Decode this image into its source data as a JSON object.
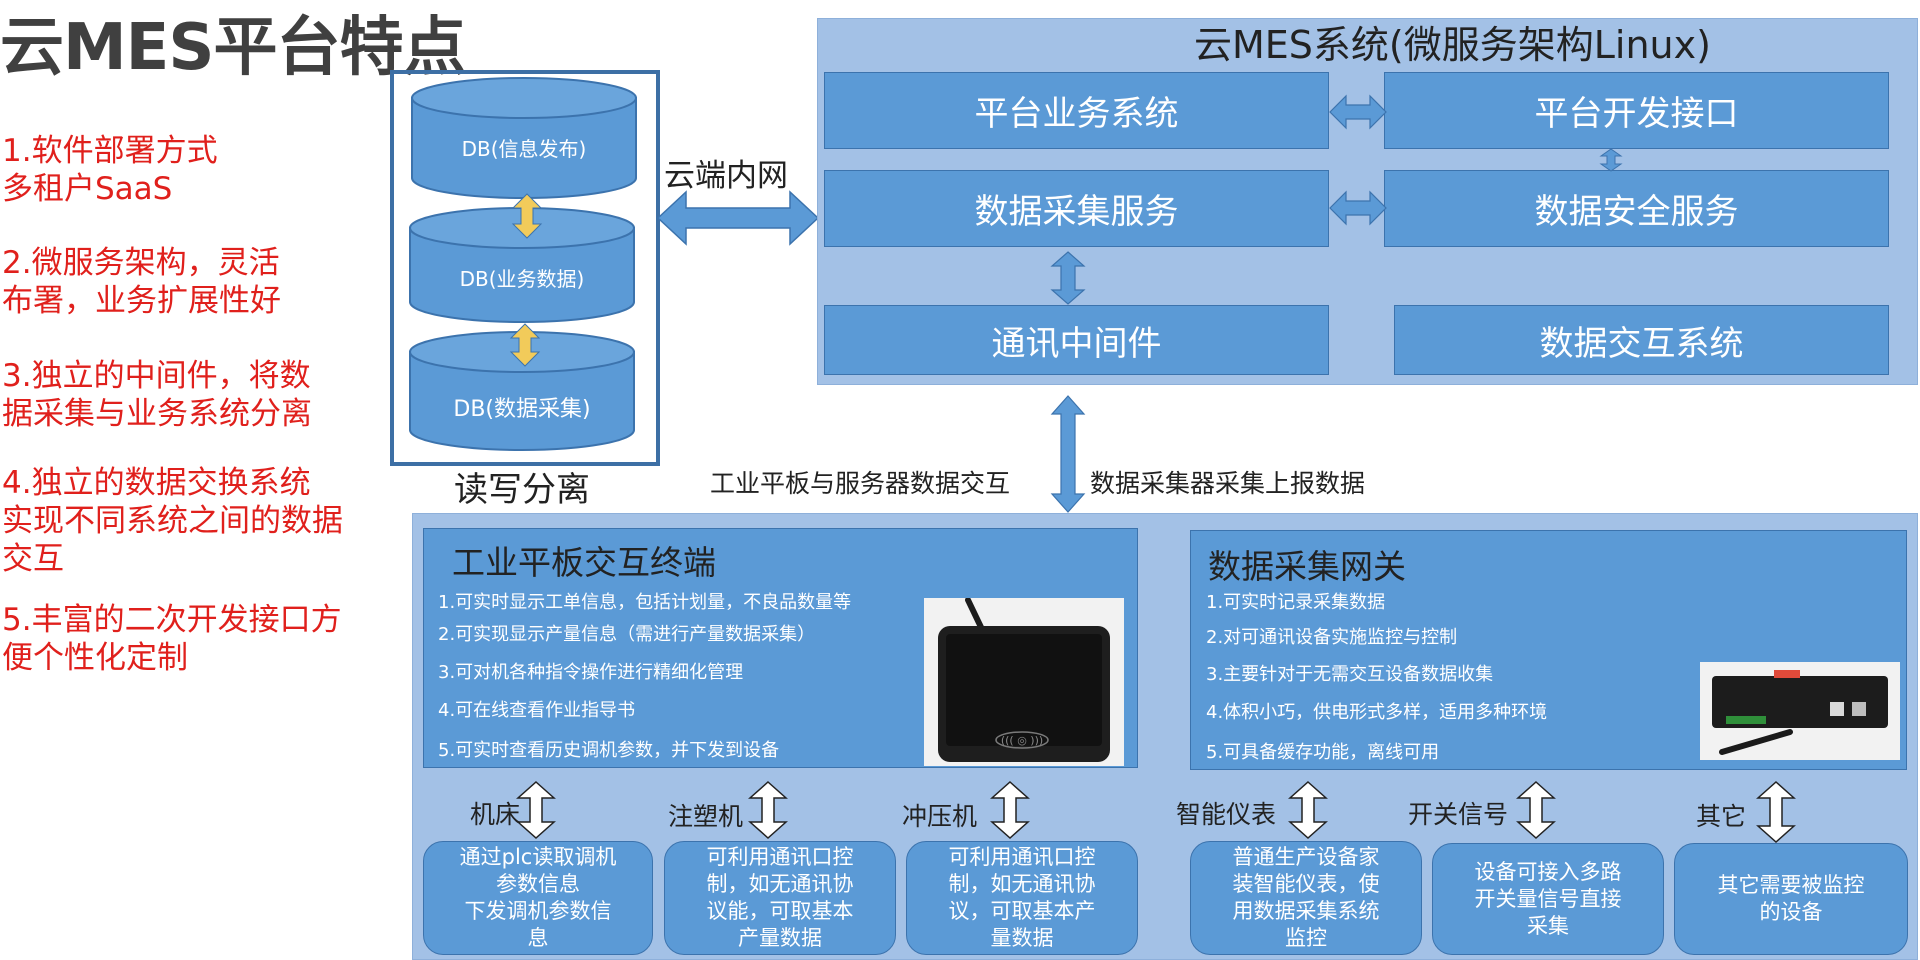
{
  "title": "云MES平台特点",
  "features": [
    [
      "1.软件部署方式",
      "多租户SaaS"
    ],
    [
      "2.微服务架构，灵活",
      "布署，业务扩展性好"
    ],
    [
      "3.独立的中间件，将数",
      "据采集与业务系统分离"
    ],
    [
      "4.独立的数据交换系统",
      "实现不同系统之间的数据",
      "交互"
    ],
    [
      "5.丰富的二次开发接口方",
      "便个性化定制"
    ]
  ],
  "databases": [
    "DB(信息发布)",
    "DB(业务数据)",
    "DB(数据采集)"
  ],
  "rw_label": "读写分离",
  "cloud_label": "云端内网",
  "cloud_system": {
    "title": "云MES系统(微服务架构Linux)",
    "boxes": [
      "平台业务系统",
      "平台开发接口",
      "数据采集服务",
      "数据安全服务",
      "通讯中间件",
      "数据交互系统"
    ]
  },
  "mid_labels": [
    "工业平板与服务器数据交互",
    "数据采集器采集上报数据"
  ],
  "tablet": {
    "title": "工业平板交互终端",
    "items": [
      "1.可实时显示工单信息，包括计划量，不良品数量等",
      "2.可实现显示产量信息（需进行产量数据采集）",
      "3.可对机各种指令操作进行精细化管理",
      "4.可在线查看作业指导书",
      "5.可实时查看历史调机参数，并下发到设备"
    ]
  },
  "gateway": {
    "title": "数据采集网关",
    "items": [
      "1.可实时记录采集数据",
      "2.对可通讯设备实施监控与控制",
      "3.主要针对于无需交互设备数据收集",
      "4.体积小巧，供电形式多样，适用多种环境",
      "5.可具备缓存功能，离线可用"
    ]
  },
  "devices": [
    {
      "label": "机床",
      "desc": [
        "通过plc读取调机",
        "参数信息",
        "下发调机参数信",
        "息"
      ]
    },
    {
      "label": "注塑机",
      "desc": [
        "可利用通讯口控",
        "制，如无通讯协",
        "议能，可取基本",
        "产量数据"
      ]
    },
    {
      "label": "冲压机",
      "desc": [
        "可利用通讯口控",
        "制，如无通讯协",
        "议，可取基本产",
        "量数据"
      ]
    },
    {
      "label": "智能仪表",
      "desc": [
        "普通生产设备家",
        "装智能仪表，使",
        "用数据采集系统",
        "监控"
      ]
    },
    {
      "label": "开关信号",
      "desc": [
        "设备可接入多路",
        "开关量信号直接",
        "采集"
      ]
    },
    {
      "label": "其它",
      "desc": [
        "其它需要被监控",
        "的设备"
      ]
    }
  ],
  "colors": {
    "title": "#404040",
    "feature": "#e0201c",
    "panel": "#a3c1e6",
    "box": "#5b9ad6",
    "db_frame": "#3d6fa5",
    "db_arrow": "#f2cb5a"
  }
}
